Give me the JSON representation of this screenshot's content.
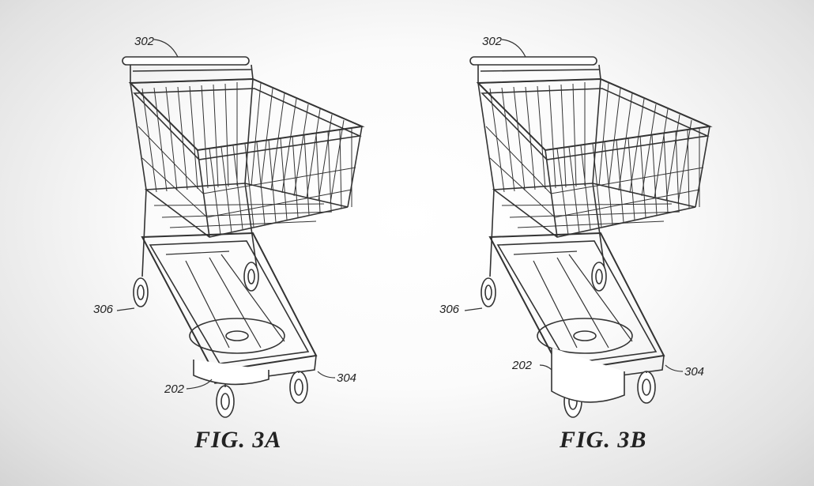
{
  "figures": [
    {
      "caption": "FIG. 3A",
      "labels": {
        "handle": "302",
        "rear_wheel": "306",
        "unit": "202",
        "base": "304"
      }
    },
    {
      "caption": "FIG. 3B",
      "labels": {
        "handle": "302",
        "rear_wheel": "306",
        "unit": "202",
        "base": "304"
      }
    }
  ]
}
